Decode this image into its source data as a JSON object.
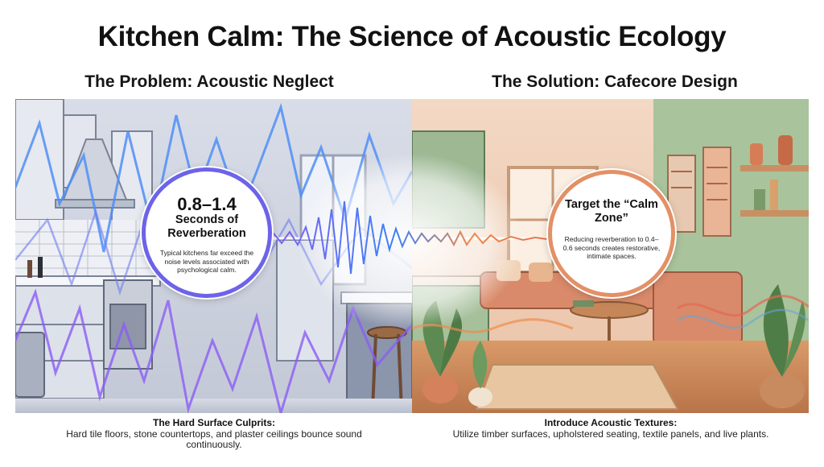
{
  "title": "Kitchen Calm: The Science of Acoustic Ecology",
  "problem": {
    "heading": "The Problem: Acoustic Neglect",
    "stat_value": "0.8–1.4",
    "stat_label": "Seconds of Reverberation",
    "stat_note": "Typical kitchens far exceed the noise levels associated with psychological calm.",
    "caption_title": "The Hard Surface Culprits:",
    "caption_text": "Hard tile floors, stone countertops, and plaster ceilings bounce sound continuously."
  },
  "solution": {
    "heading": "The Solution: Cafecore Design",
    "target_label": "Target the “Calm Zone”",
    "target_note": "Reducing reverberation to 0.4–0.6 seconds creates restorative, intimate spaces.",
    "caption_title": "Introduce Acoustic Textures:",
    "caption_text": "Utilize timber surfaces, upholstered seating, textile panels, and live plants."
  },
  "colors": {
    "problem_accent": "#6d63ea",
    "solution_accent": "#e39066",
    "wave_blue": "#3b82f6",
    "wave_purple": "#8b5cf6",
    "wave_orange": "#f08a4b"
  }
}
